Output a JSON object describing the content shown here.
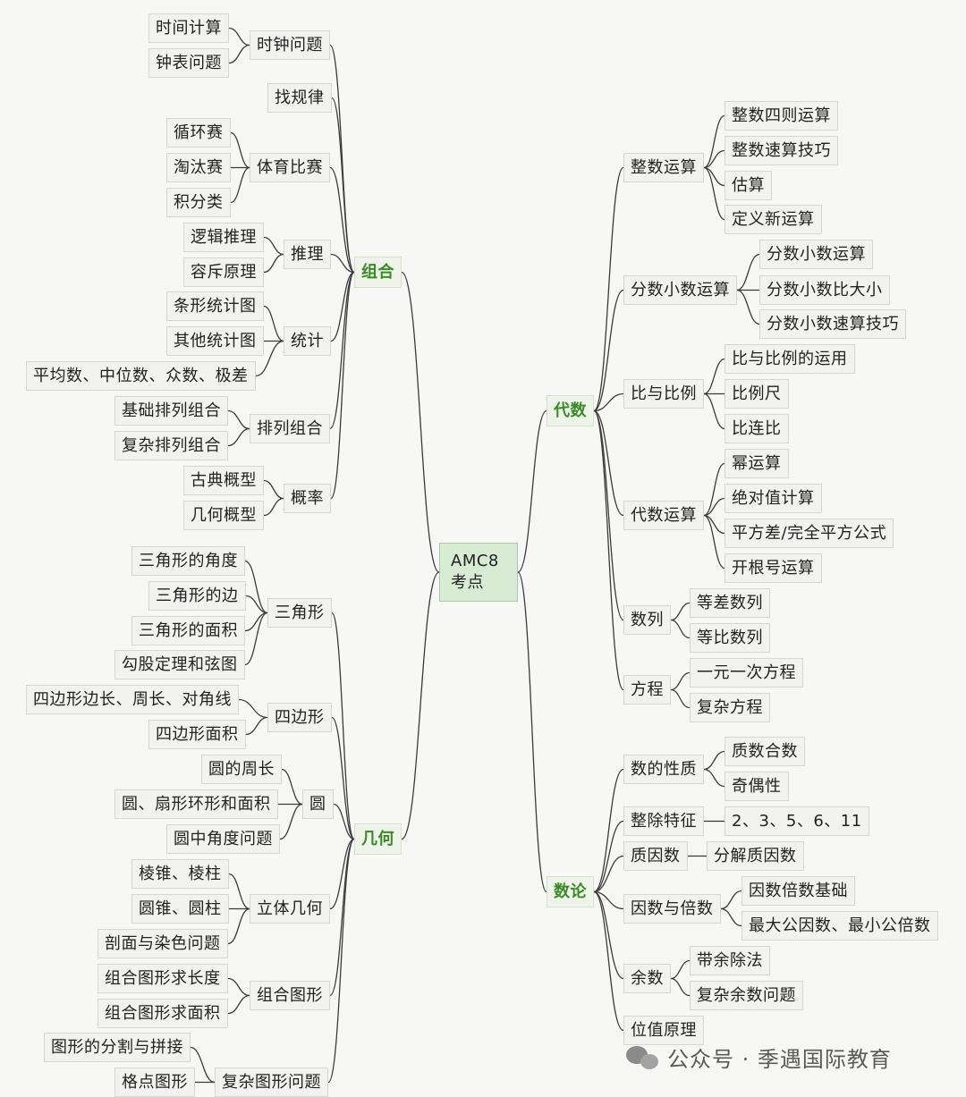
{
  "root": {
    "line1": "AMC8",
    "line2": "考点"
  },
  "watermark": {
    "text": "公众号 · 季遇国际教育"
  },
  "branches": {
    "zuhe": "组合",
    "daishu": "代数",
    "jihe": "几何",
    "shulun": "数论"
  },
  "zuhe": {
    "shizhong": "时钟问题",
    "shijian": "时间计算",
    "zhongbiao": "钟表问题",
    "zhaoguilv": "找规律",
    "tiyu": "体育比赛",
    "xunhuan": "循环赛",
    "taotai": "淘汰赛",
    "jifen": "积分类",
    "tuili": "推理",
    "luoji": "逻辑推理",
    "rongchi": "容斥原理",
    "tongji": "统计",
    "tiaoxing": "条形统计图",
    "qita": "其他统计图",
    "pingjun": "平均数、中位数、众数、极差",
    "pailie": "排列组合",
    "jichu": "基础排列组合",
    "fuza": "复杂排列组合",
    "gailv": "概率",
    "gudian": "古典概型",
    "jihegx": "几何概型"
  },
  "jihe": {
    "sanjiao": "三角形",
    "jiaodu": "三角形的角度",
    "bian": "三角形的边",
    "mianji": "三角形的面积",
    "gougu": "勾股定理和弦图",
    "sibian": "四边形",
    "sbzhouchang": "四边形边长、周长、对角线",
    "sbmianji": "四边形面积",
    "yuan": "圆",
    "zhouchang": "圆的周长",
    "shanxing": "圆、扇形环形和面积",
    "yuanjiao": "圆中角度问题",
    "liti": "立体几何",
    "lengzhui": "棱锥、棱柱",
    "yuanzhui": "圆锥、圆柱",
    "poumian": "剖面与染色问题",
    "zuhetx": "组合图形",
    "qiuchang": "组合图形求长度",
    "qiumian": "组合图形求面积",
    "fuzatx": "复杂图形问题",
    "fenge": "图形的分割与拼接",
    "gedian": "格点图形"
  },
  "daishu": {
    "zhengshu": "整数运算",
    "sizhe": "整数四则运算",
    "susuan": "整数速算技巧",
    "gusuan": "估算",
    "dingyi": "定义新运算",
    "fenshu": "分数小数运算",
    "fsys": "分数小数运算",
    "fsbdx": "分数小数比大小",
    "fsss": "分数小数速算技巧",
    "bili": "比与比例",
    "bilyy": "比与比例的运用",
    "bilichi": "比例尺",
    "bilianbi": "比连比",
    "daishuys": "代数运算",
    "mi": "幂运算",
    "jdz": "绝对值计算",
    "pfc": "平方差/完全平方公式",
    "kgh": "开根号运算",
    "shulie": "数列",
    "dengcha": "等差数列",
    "dengbi": "等比数列",
    "fangcheng": "方程",
    "yiyuan": "一元一次方程",
    "fzfc": "复杂方程"
  },
  "shulun": {
    "xingzhi": "数的性质",
    "zhishu": "质数合数",
    "jiou": "奇偶性",
    "zhengchu": "整除特征",
    "zcval": "2、3、5、6、11",
    "zhiyinshu": "质因数",
    "fenjie": "分解质因数",
    "yinshu": "因数与倍数",
    "ysjc": "因数倍数基础",
    "zdgys": "最大公因数、最小公倍数",
    "yushu": "余数",
    "daiyu": "带余除法",
    "fzys": "复杂余数问题",
    "weizhi": "位值原理"
  }
}
